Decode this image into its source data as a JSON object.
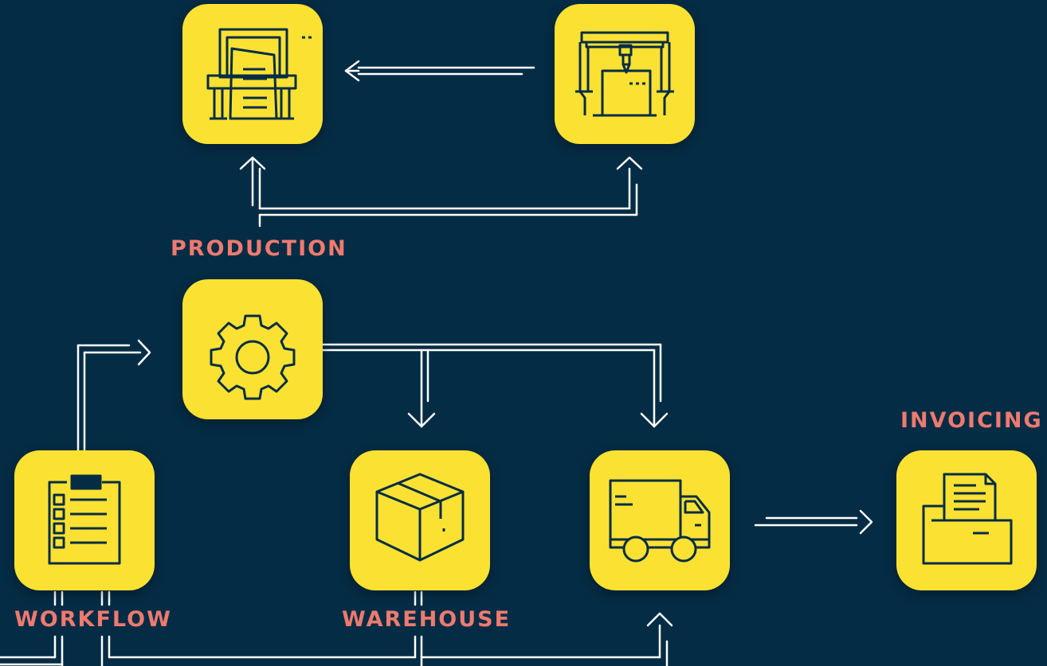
{
  "labels": {
    "production": "PRODUCTION",
    "invoicing": "INVOICING",
    "workflow": "WORKFLOW",
    "warehouse": "WAREHOUSE"
  },
  "colors": {
    "background": "#052c45",
    "tile": "#fbe232",
    "icon_stroke": "#052c45",
    "connector": "#ffffff",
    "label": "#ef7a6f"
  },
  "icons": [
    "plotter-printer-icon",
    "cnc-machine-icon",
    "gear-icon",
    "clipboard-checklist-icon",
    "package-box-icon",
    "delivery-truck-icon",
    "invoice-folder-icon"
  ]
}
